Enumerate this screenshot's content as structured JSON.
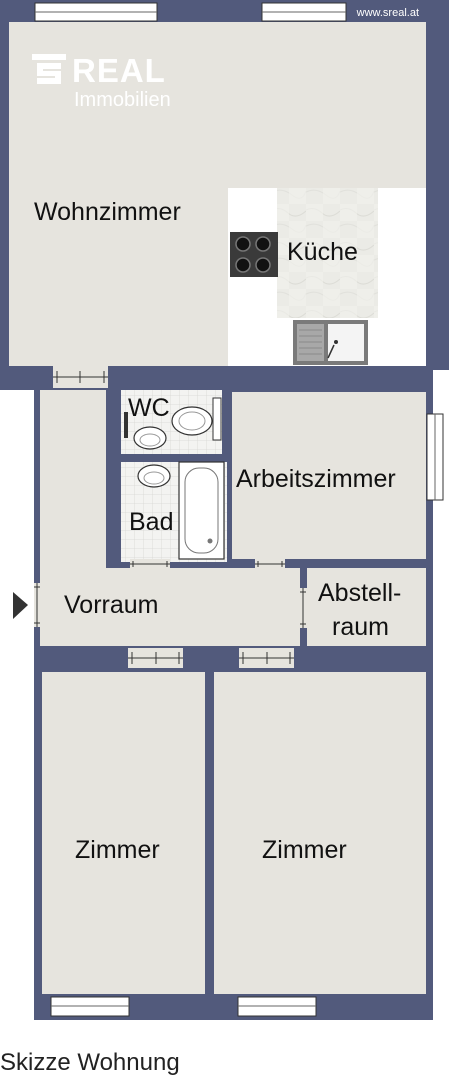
{
  "website": "www.sreal.at",
  "logo": {
    "brand": "REAL",
    "subtitle": "Immobilien",
    "mark_icon": "s-logo-icon"
  },
  "rooms": {
    "wohnzimmer": "Wohnzimmer",
    "kueche": "Küche",
    "wc": "WC",
    "bad": "Bad",
    "arbeitszimmer": "Arbeitszimmer",
    "vorraum": "Vorraum",
    "abstellraum_line1": "Abstell-",
    "abstellraum_line2": "raum",
    "zimmer_left": "Zimmer",
    "zimmer_right": "Zimmer"
  },
  "caption": "Skizze Wohnung",
  "colors": {
    "wall": "#525a7c",
    "floor": "#e6e4de",
    "tile": "#f3f3f1",
    "background": "#ffffff"
  }
}
